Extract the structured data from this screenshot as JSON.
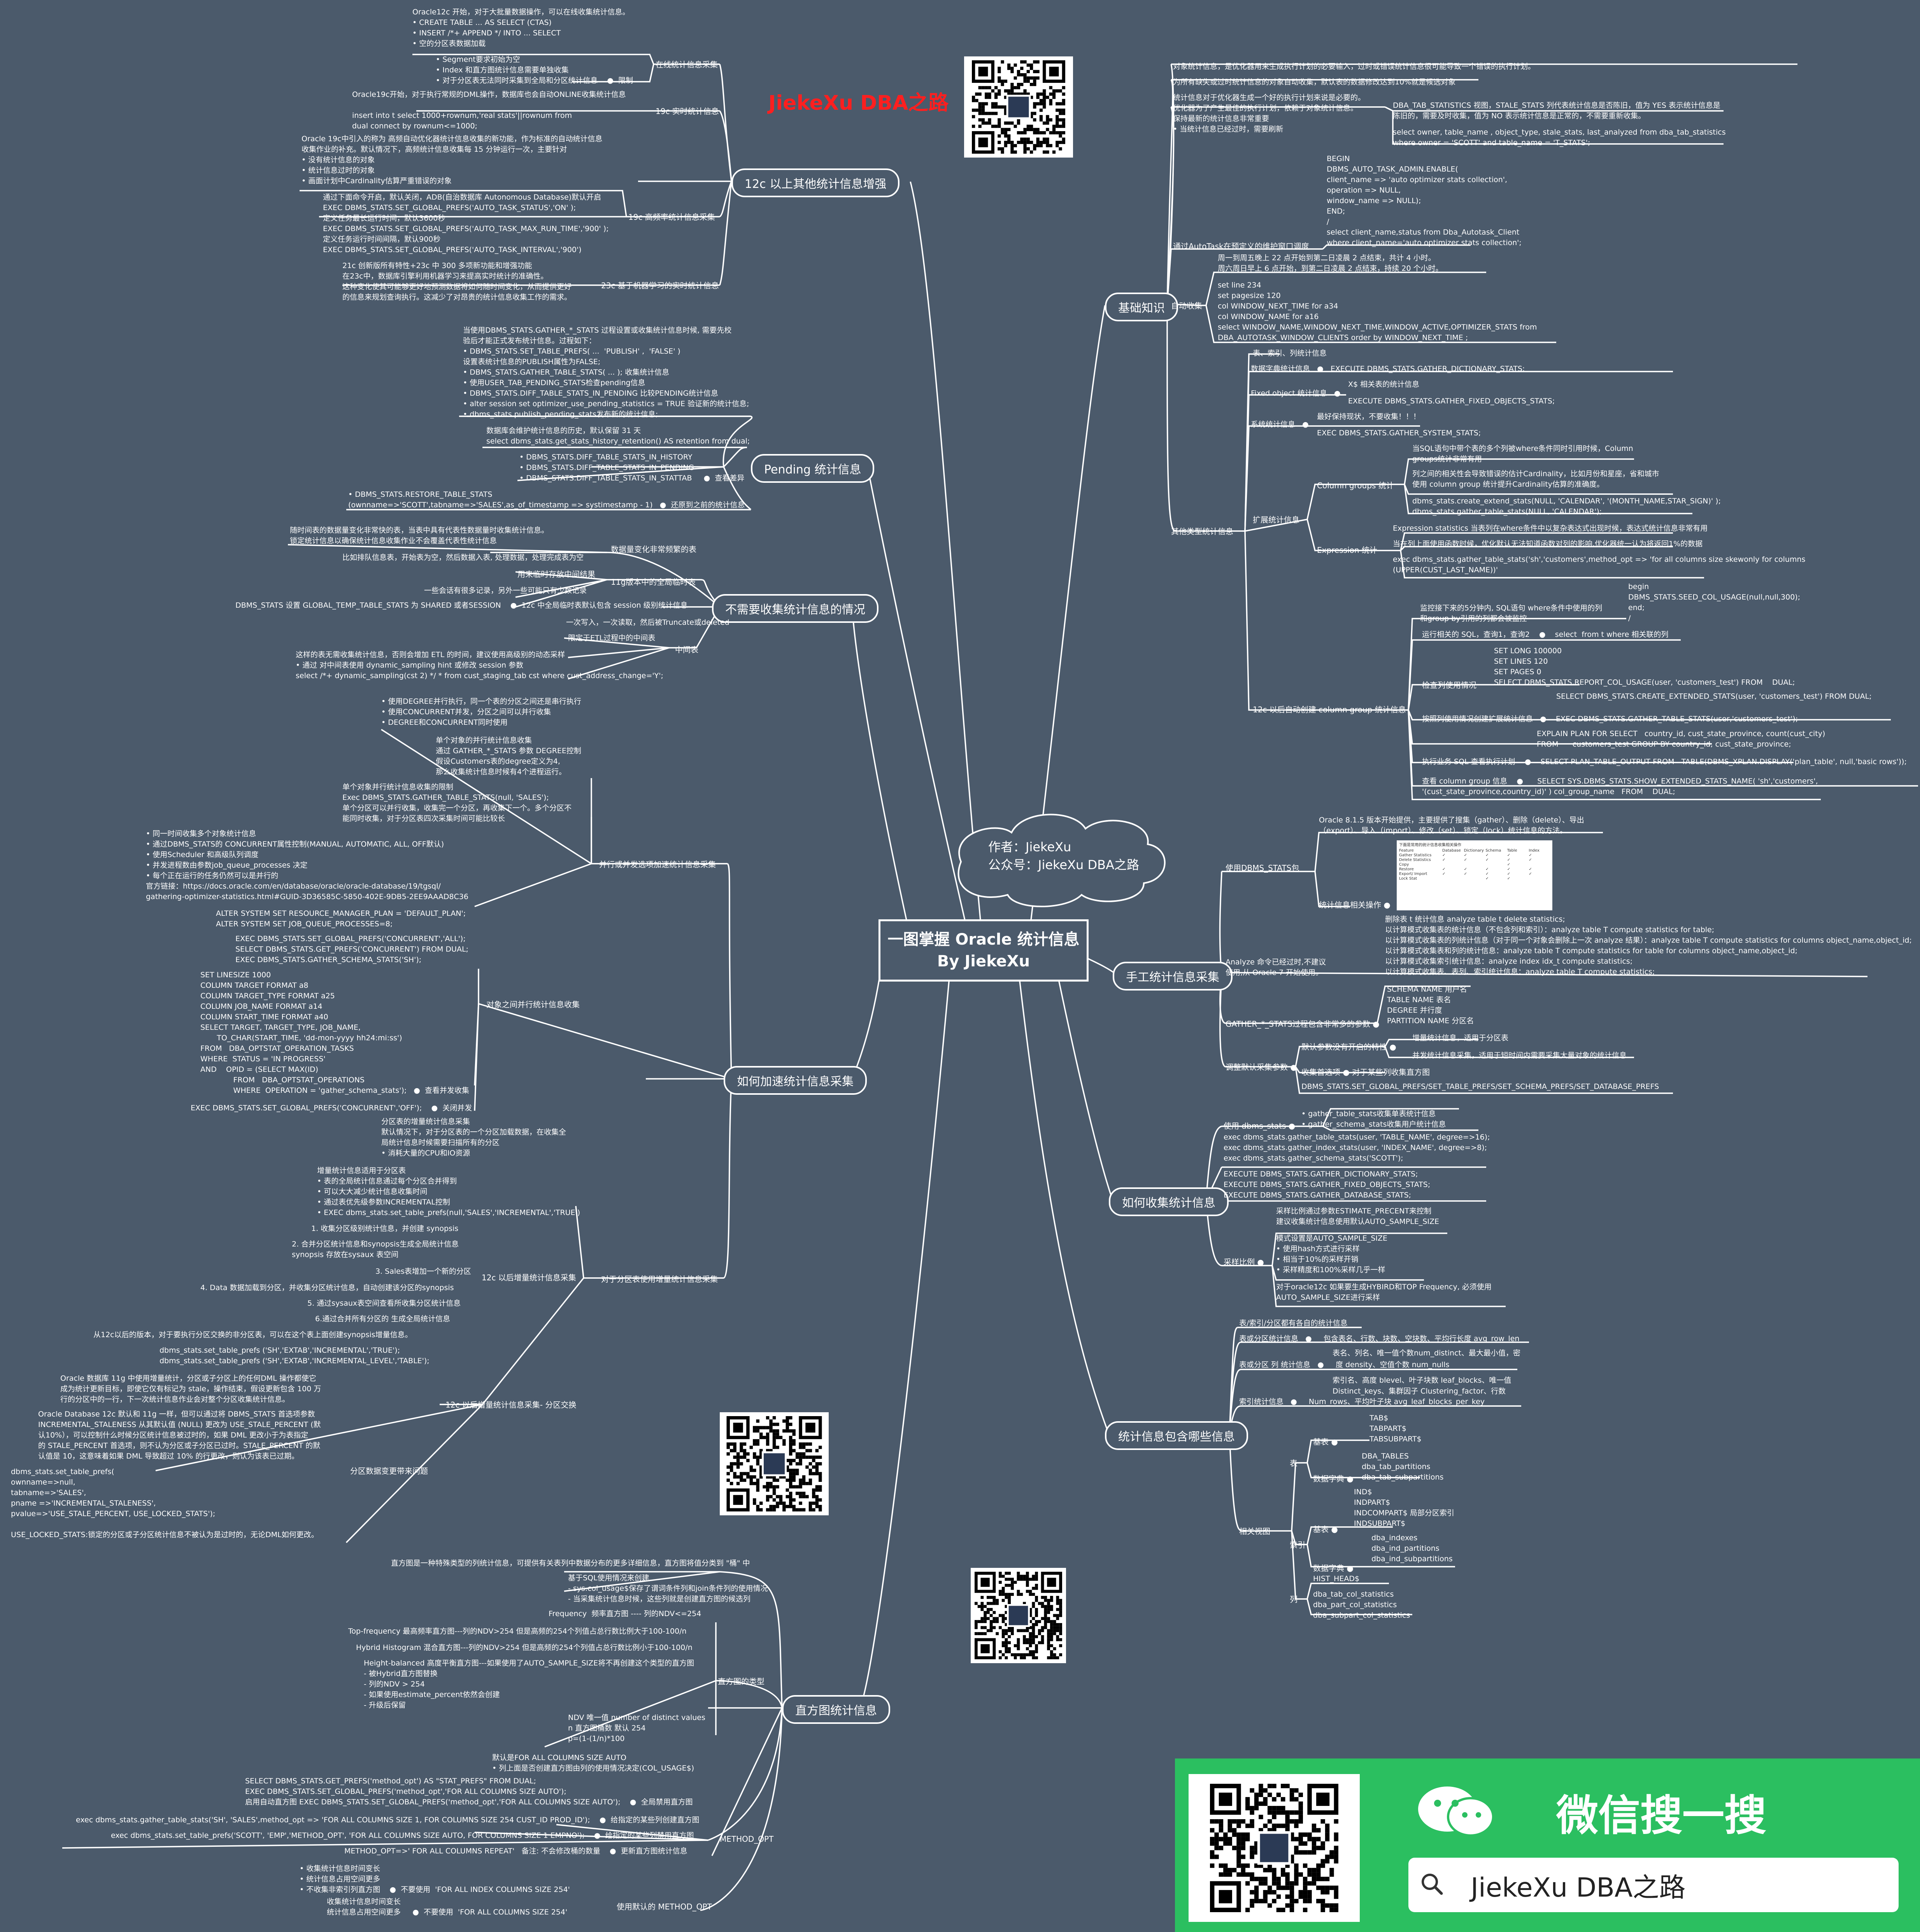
{
  "center": {
    "title": "一图掌握 Oracle 统计信息",
    "subtitle": "By JiekeXu"
  },
  "author": {
    "line1": "作者：JiekeXu",
    "line2": "公众号：JiekeXu DBA之路"
  },
  "brand": {
    "top_label": "JiekeXu DBA之路",
    "wechat_slogan": "微信搜一搜",
    "search_text": "JiekeXu DBA之路"
  },
  "topics": {
    "t12c": "12c 以上其他统计信息增强",
    "pending": "Pending 统计信息",
    "nocollect": "不需要收集统计信息的情况",
    "speed": "如何加速统计信息采集",
    "hist": "直方图统计信息",
    "basic": "基础知识",
    "manual": "手工统计信息采集",
    "howcollect": "如何收集统计信息",
    "contains": "统计信息包含哪些信息"
  },
  "left": {
    "online_text": "Oracle12c 开始，对于大批量数据操作，可以在线收集统计信息。\n• CREATE TABLE ... AS SELECT (CTAS)\n• INSERT /*+ APPEND */ INTO ... SELECT\n• 空的分区表数据加载",
    "online_text2": "• Segment要求初始为空\n• Index 和直方图统计信息需要单独收集\n• 对于分区表无法同时采集到全局和分区统计信息    ●  限制",
    "online_label": "在线统计信息采集",
    "realtime_text": "Oracle19c开始，对于执行常规的DML操作，数据库也会自动ONLINE收集统计信息\n\ninsert into t select 1000+rownum,'real stats'||rownum from\ndual connect by rownum<=1000;",
    "realtime_label": "19c 实时统计信息",
    "hf_text": "Oracle 19c中引入的称为 高频自动优化器统计信息收集的新功能，作为标准的自动统计信息\n收集作业的补充。默认情况下，高频统计信息收集每 15 分钟运行一次，主要针对\n• 没有统计信息的对象\n• 统计信息过时的对象\n• 画面计划中Cardinality估算严重错误的对象",
    "hf_text2": "通过下面命令开启，默认关闭，ADB(自治数据库 Autonomous Database)默认开启\nEXEC DBMS_STATS.SET_GLOBAL_PREFS('AUTO_TASK_STATUS','ON' );\n定义任务最长运行时间，默认3600秒\nEXEC DBMS_STATS.SET_GLOBAL_PREFS('AUTO_TASK_MAX_RUN_TIME','900' );\n定义任务运行时间间隔，默认900秒\nEXEC DBMS_STATS.SET_GLOBAL_PREFS('AUTO_TASK_INTERVAL','900')",
    "hf_label": "19c 高频率统计信息采集",
    "ml_text": "21c 创新版所有特性+23c 中 300 多项新功能和增强功能\n在23c中，数据库引擎利用机器学习来提高实时统计的准确性。\n这种变化使其可能够更好地预测数据将如何随时间变化，从而提供更好\n的信息来规划查询执行。这减少了对昂贵的统计信息收集工作的需求。",
    "ml_label": "23c 基于机器学习的实时统计信息",
    "pending_text": "当使用DBMS_STATS.GATHER_*_STATS 过程设置或收集统计信息时候, 需要先校\n验后才能正式发布统计信息。过程如下：\n• DBMS_STATS.SET_TABLE_PREFS( ...  'PUBLISH' ,  'FALSE' )\n设置表统计信息的PUBLISH属性为FALSE;\n• DBMS_STATS.GATHER_TABLE_STATS( ... ); 收集统计信息\n• 使用USER_TAB_PENDING_STATS检查pending信息\n• DBMS_STATS.DIFF_TABLE_STATS_IN_PENDING 比较PENDING统计信息\n• alter session set optimizer_use_pending_statistics = TRUE 验证新的统计信息;\n• dbms_stats.publish_pending_stats发布新的统计信息;",
    "pending_hist": "数据库会维护统计信息的历史，默认保留 31 天\nselect dbms_stats.get_stats_history_retention() AS retention from dual;",
    "pending_cmp": "• DBMS_STATS.DIFF_TABLE_STATS_IN_HISTORY\n• DBMS_STATS.DIFF_TABLE_STATS_IN_PENDING\n• DBMS_STATS.DIFF_TABLE_STATS_IN_STATTAB     ●  查看差异",
    "pending_restore": "• DBMS_STATS.RESTORE_TABLE_STATS\n(ownname=>'SCOTT',tabname=>'SALES',as_of_timestamp => systimestamp - 1)   ●  还原到之前的统计信息",
    "nc_text1": "随时间表的数据量变化非常快的表，当表中具有代表性数据量时收集统计信息。\n锁定统计信息以确保统计信息收集作业不会覆盖代表性统计信息",
    "nc_label1": "数据量变化非常频繁的表",
    "nc_text2": "比如排队信息表，开始表为空，然后数据入表, 处理数据，处理完成表为空",
    "nc_label2": "用来临时存放中间结果",
    "nc_label3": "11g版本中的全局临时表",
    "nc_text3": "一些会话有很多记录，另外一些可能只有少数记录",
    "nc_text4": "DBMS_STATS 设置 GLOBAL_TEMP_TABLE_STATS 为 SHARED 或者SESSION    ●  12c 中全局临时表默认包含 session 级别统计信息",
    "nc_text5": "一次写入，一次读取，然后被Truncate或deleted",
    "nc_text6": "限定于ETL过程中的中间表",
    "nc_label4": "中间表",
    "nc_text7": "这样的表无需收集统计信息，否则会增加 ETL 的时间，建议使用高级别的动态采样\n• 通过 对中间表使用 dynamic_sampling hint 或修改 session 参数\nselect /*+ dynamic_sampling(cst 2) */ * from cust_staging_tab cst where cust_address_change='Y';",
    "sp_text1": "• 使用DEGREE并行执行，同一个表的分区之间还是串行执行\n• 使用CONCURRENT并发，分区之间可以并行收集\n• DEGREE和CONCURRENT同时使用",
    "sp_text2": "单个对象的并行统计信息收集\n通过 GATHER_*_STATS 参数 DEGREE控制\n假设Customers表的degree定义为4,\n那么收集统计信息时候有4个进程运行。",
    "sp_text3": "单个对象并行统计信息收集的限制\nExec DBMS_STATS.GATHER_TABLE_STATS(null, 'SALES');\n单个分区可以并行收集，收集完一个分区，再收集下一个。多个分区不\n能同时收集，对于分区表四次采集时间可能比较长",
    "sp_text4": "• 同一时间收集多个对象统计信息\n• 通过DBMS_STATS的 CONCURRENT属性控制(MANUAL, AUTOMATIC, ALL, OFF默认)\n• 使用Scheduler 和高级队列调度\n• 并发进程数由参数job_queue_processes 决定\n• 每个正在运行的任务仍然可以是并行的\n官方链接：https://docs.oracle.com/en/database/oracle/oracle-database/19/tgsql/\ngathering-optimizer-statistics.html#GUID-3D36585C-5850-402E-9DB5-2EE9AAAD8C36",
    "sp_label1": "并行或并发选项加速统计信息采集",
    "sp_text5": "ALTER SYSTEM SET RESOURCE_MANAGER_PLAN = 'DEFAULT_PLAN';\nALTER SYSTEM SET JOB_QUEUE_PROCESSES=8;",
    "sp_text6": "EXEC DBMS_STATS.SET_GLOBAL_PREFS('CONCURRENT','ALL');\nSELECT DBMS_STATS.GET_PREFS('CONCURRENT') FROM DUAL;\nEXEC DBMS_STATS.GATHER_SCHEMA_STATS('SH');",
    "sp_text7": "SET LINESIZE 1000\nCOLUMN TARGET FORMAT a8\nCOLUMN TARGET_TYPE FORMAT a25\nCOLUMN JOB_NAME FORMAT a14\nCOLUMN START_TIME FORMAT a40\nSELECT TARGET, TARGET_TYPE, JOB_NAME,\n       TO_CHAR(START_TIME, 'dd-mon-yyyy hh24:mi:ss')\nFROM   DBA_OPTSTAT_OPERATION_TASKS\nWHERE  STATUS = 'IN PROGRESS'\nAND    OPID = (SELECT MAX(ID)\n              FROM   DBA_OPTSTAT_OPERATIONS\n              WHERE  OPERATION = 'gather_schema_stats');   ●  查看并发收集",
    "sp_label2": "对象之间并行统计信息收集",
    "sp_text8": "EXEC DBMS_STATS.SET_GLOBAL_PREFS('CONCURRENT','OFF');    ●  关闭并发",
    "sp_text9": "分区表的增量统计信息采集\n默认情况下，对于分区表的一个分区加载数据，在收集全\n局统计信息时候需要扫描所有的分区\n• 消耗大量的CPU和IO资源",
    "sp_text10": "增量统计信息适用于分区表\n• 表的全局统计信息通过每个分区合并得到\n• 可以大大减少统计信息收集时间\n• 通过表优先级参数INCREMENTAL控制\n• EXEC dbms_stats.set_table_prefs(null,'SALES','INCREMENTAL','TRUE')",
    "sp_steps": [
      "1. 收集分区级别统计信息，并创建 synopsis",
      "2. 合并分区统计信息和synopsis生成全局统计信息\nsynopsis 存放在sysaux 表空间",
      "3. Sales表增加一个新的分区",
      "4. Data 数据加载到分区，并收集分区统计信息，自动创建该分区的synopsis",
      "5. 通过sysaux表空间查看所收集分区统计信息",
      "6.通过合并所有分区的 生成全局统计信息"
    ],
    "sp_label3": "12c 以后增量统计信息采集",
    "sp_label4": "对于分区表使用增量统计信息采集",
    "sp_text11": "从12c以后的版本，对于要执行分区交换的非分区表，可以在这个表上面创建synopsis增量信息。",
    "sp_text12": "dbms_stats.set_table_prefs ('SH','EXTAB','INCREMENTAL','TRUE');\ndbms_stats.set_table_prefs ('SH','EXTAB','INCREMENTAL_LEVEL','TABLE');",
    "sp_text13": "Oracle 数据库 11g 中使用增量统计，分区或子分区上的任何DML 操作都使它\n成为统计更新目标，即使它仅有标记为 stale，操作结束，假设更新包含 100 万\n行的分区中的一行，下一次统计信息作业会对整个分区收集统计信息。",
    "sp_label5": "12c 以后增量统计信息采集- 分区交换",
    "sp_text14": "Oracle Database 12c 默认和 11g 一样，但可以通过将 DBMS_STATS 首选项参数\nINCREMENTAL_STALENESS 从其默认值 (NULL) 更改为 USE_STALE_PERCENT (默\n认10%），可以控制什么时候分区统计信息被过时的，如果 DML 更改小于为表指定\n的 STALE_PERCENT 首选项，则不认为分区或子分区已过时。STALE_PERCENT 的默\n认值是 10，这意味着如果 DML 导致超过 10% 的行更改，则认为该表已过期。",
    "sp_label6": "分区数据变更带来问题",
    "sp_text15": "dbms_stats.set_table_prefs(\nownname=>null,\ntabname=>'SALES',\npname =>'INCREMENTAL_STALENESS',\npvalue=>'USE_STALE_PERCENT, USE_LOCKED_STATS');\n\nUSE_LOCKED_STATS:锁定的分区或子分区统计信息不被认为是过时的，无论DML如何更改。",
    "hi_text1": "直方图是一种特殊类型的列统计信息，可提供有关表列中数据分布的更多详细信息，直方图将值分类到 \"桶\" 中",
    "hi_text2": "基于SQL使用情况来创建\n- sys.col_usage$保存了谓词条件列和join条件列的使用情况\n- 当采集统计信息时候，这些列就是创建直方图的候选列",
    "hi_types": [
      "Frequency  频率直方图 ---- 列的NDV<=254",
      "Top-frequency 最高频率直方图---列的NDV>254 但是高频的254个列值占总行数比例大于100-100/n",
      "Hybrid Histogram 混合直方图---列的NDV>254 但是高频的254个列值占总行数比例小于100-100/n",
      "Height-balanced 高度平衡直方图---如果使用了AUTO_SAMPLE_SIZE将不再创建这个类型的直方图\n- 被Hybrid直方图替换\n- 列的NDV > 254\n- 如果使用estimate_percent依然会创建\n- 升级后保留"
    ],
    "hi_label1": "直方图的类型",
    "hi_text3": "NDV 唯一值 number of distinct values\nn 直方图桶数 默认 254\np=(1-(1/n)*100",
    "hi_text4": "默认是FOR ALL COLUMNS SIZE AUTO\n• 列上面是否创建直方图由列的使用情况决定(COL_USAGE$)",
    "hi_text5": "SELECT DBMS_STATS.GET_PREFS('method_opt') AS \"STAT_PREFS\" FROM DUAL;\nEXEC DBMS_STATS.SET_GLOBAL_PREFS('method_opt','FOR ALL COLUMNS SIZE AUTO');\n启用自动直方图 EXEC DBMS_STATS.SET_GLOBAL_PREFS('method_opt','FOR ALL COLUMNS SIZE AUTO');    ●  全局禁用直方图",
    "hi_text6": "exec dbms_stats.gather_table_stats('SH', 'SALES',method_opt => 'FOR ALL COLUMNS SIZE 1, FOR COLUMNS SIZE 254 CUST_ID PROD_ID');    ●  给指定的某些列创建直方图",
    "hi_text7": "exec dbms_stats.set_table_prefs('SCOTT', 'EMP','METHOD_OPT', 'FOR ALL COLUMNS SIZE AUTO, FOR COLUMNS SIZE 1 EMPNO');    ●  给指定的某些列禁用直方图",
    "hi_label2": "METHOD_OPT",
    "hi_text8": "METHOD_OPT=>' FOR ALL COLUMNS REPEAT'   备注: 不会修改桶的数量    ●  更新直方图统计信息",
    "hi_text9": "• 收集统计信息时间变长\n• 统计信息占用空间更多\n• 不收集非索引列直方图    ●  不要使用  'FOR ALL INDEX COLUMNS SIZE 254'",
    "hi_text10": "收集统计信息时间变长\n统计信息占用空间更多     ●  不要使用  'FOR ALL COLUMNS SIZE 254'",
    "hi_label3": "使用默认的 METHOD_OPT"
  },
  "right": {
    "basic_text1": "对象统计信息，是优化器用来生成执行计划的必要输入，过时或错误统计信息很可能导致一个错误的执行计划。",
    "basic_text2": "为所有缺失或过时统计信息的对象自动收集，默认表的数据修改达到10%就是候选对象",
    "basic_text3": "统计信息对于优化器生成一个好的执行计划来说是必要的。\n优化器为了产生最佳的执行计划，依赖于对象统计信息。\n保持最新的统计信息非常重要\n• 当统计信息已经过时，需要刷新",
    "basic_text4": "DBA_TAB_STATISTICS 视图，STALE_STATS 列代表统计信息是否陈旧，值为 YES 表示统计信息是\n陈旧的，需要及时收集，值为 NO 表示统计信息是正常的，不需要重新收集。",
    "basic_text5": "select owner, table_name , object_type, stale_stats, last_analyzed from dba_tab_statistics\nwhere owner = 'SCOTT' and table_name = 'T_STATS';",
    "basic_text6": "BEGIN\nDBMS_AUTO_TASK_ADMIN.ENABLE(\nclient_name => 'auto optimizer stats collection',\noperation => NULL,\nwindow_name => NULL);\nEND;\n/\nselect client_name,status from Dba_Autotask_Client\nwhere client_name='auto optimizer stats collection';",
    "basic_label1": "通过AutoTask在预定义的维护窗口调度",
    "basic_text7": "周一到周五晚上 22 点开始到第二日凌晨 2 点结束，共计 4 小时。\n周六周日早上 6 点开始，到第二日凌晨 2 点结束，持续 20 个小时。",
    "basic_text8": "set line 234\nset pagesize 120\ncol WINDOW_NEXT_TIME for a34\ncol WINDOW_NAME for a16\nselect WINDOW_NAME,WINDOW_NEXT_TIME,WINDOW_ACTIVE,OPTIMIZER_STATS from\nDBA_AUTOTASK_WINDOW_CLIENTS order by WINDOW_NEXT_TIME ;",
    "basic_label2": "自动收集",
    "basic_text9": "表、索引、列统计信息",
    "basic_rows": [
      "数据字典统计信息   ●   EXECUTE DBMS_STATS.GATHER_DICTIONARY_STATS;",
      "X$ 相关表的统计信息",
      "Fixed object 统计信息   ●",
      "EXECUTE DBMS_STATS.GATHER_FIXED_OBJECTS_STATS;",
      "最好保持现状，不要收集！！！",
      "系统统计信息   ●",
      "EXEC DBMS_STATS.GATHER_SYSTEM_STATS;"
    ],
    "basic_text10": "当SQL语句中带个表的多个列被where条件同时引用时候，Column\ngroups统计非常有用",
    "basic_text11": "列之间的相关性会导致错误的估计Cardinality，比如月份和星座，省和城市\n使用 column group 统计提升Cardinality估算的准确度。",
    "basic_text12": "dbms_stats.create_extend_stats(NULL, 'CALENDAR', '(MONTH_NAME,STAR_SIGN)' );\ndbms_stats.gather_table_stats(NULL, 'CALENDAR');",
    "basic_label3": "Column groups 统计",
    "basic_text13": "Expression statistics 当表列在where条件中以复杂表达式出现时候，表达式统计信息非常有用",
    "basic_text14": "当在列上面使用函数时候，优化默认无法知道函数对列的影响,优化器统一认为将返回1%的数据",
    "basic_text15": "exec dbms_stats.gather_table_stats('sh','customers',method_opt => 'for all columns size skewonly for columns\n(UPPER(CUST_LAST_NAME))'",
    "basic_label4": "Expression 统计",
    "basic_label5": "扩展统计信息",
    "basic_label6": "其他类型统计信息",
    "basic_text16": "监控接下来的5分钟内, SQL语句 where条件中使用的列\n和group by引用的列都会被监控",
    "basic_text17": "begin\nDBMS_STATS.SEED_COL_USAGE(null,null,300);\nend;\n/",
    "basic_text18": "运行相关的 SQL，查询1，查询2    ●    select  from t where 相关联的列",
    "basic_text19": "SET LONG 100000\nSET LINES 120\nSET PAGES 0\nSELECT DBMS_STATS.REPORT_COL_USAGE(user, 'customers_test') FROM    DUAL;",
    "basic_label7": "检查列使用情况",
    "basic_text20": "SELECT DBMS_STATS.CREATE_EXTENDED_STATS(user, 'customers_test') FROM DUAL;",
    "basic_text21": "按照列使用情况创建扩展统计信息   ●    EXEC DBMS_STATS.GATHER_TABLE_STATS(user,'customers_test');",
    "basic_text22": "EXPLAIN PLAN FOR SELECT   country_id, cust_state_province, count(cust_city)\nFROM      customers_test GROUP BY country_id, cust_state_province;",
    "basic_text23": "执行业务 SQL 查看执行计划    ●    SELECT PLAN_TABLE_OUTPUT FROM   TABLE(DBMS_XPLAN.DISPLAY('plan_table', null,'basic rows'));",
    "basic_text24": "查看 column group 信息    ●      SELECT SYS.DBMS_STATS.SHOW_EXTENDED_STATS_NAME( 'sh','customers',\n'(cust_state_province,country_id)' ) col_group_name   FROM    DUAL;",
    "basic_label8": "12c 以后自动创建 column group 统计信息",
    "man_text1": "Oracle 8.1.5 版本开始提供，主要提供了搜集（gather）、删除（delete）、导出\n（export）、导入（import）、修改（set）、锁定（lock）统计信息的方法。",
    "man_table_title": "下面是常用的统计信息收集相关操作",
    "man_table_headers": [
      "Feature",
      "Database",
      "Dictionary",
      "Schema",
      "Table",
      "Index"
    ],
    "man_table_rows": [
      "Gather Statistics",
      "Delete Statistics",
      "Copy",
      "Restore",
      "Export/ Import",
      "Lock Stat"
    ],
    "man_label1": "使用DBMS_STATS包",
    "man_label2": "统计信息相关操作   ●",
    "man_text2": "删除表 t 统计信息 analyze table t delete statistics;\n以计算模式收集表的统计信息（不包含列和索引）：analyze table T compute statistics for table;\n以计算模式收集表的列统计信息（对于同一个对象会删除上一次 analyze 结果）：analyze table T compute statistics for columns object_name,object_id;\n以计算模式收集表和列的统计信息：analyze table T compute statistics for table for columns object_name,object_id;\n以计算模式收集索引统计信息：analyze index idx_t compute statistics;\n以计算模式收集表、表列、索引统计信息：analyze table T compute statistics;",
    "man_label3": "Analyze 命令已经过时,不建议\n使用,从 Oracle 7 开始使用。",
    "man_text3": "SCHEMA NAME 用户名\nTABLE NAME 表名\nDEGREE 并行度\nPARTITION NAME 分区名",
    "man_label4": "GATHER_*_STATS过程包含非常多的参数   ●",
    "man_text4": "增量统计信息，适用于分区表",
    "man_text5": "并发统计信息采集，适用于短时间内需要采集大量对象的统计信息",
    "man_label5": "默认参数没有开启的特性   ●",
    "man_label6": "收集首选项   ●   对于某些列收集直方图",
    "man_text6": "DBMS_STATS.SET_GLOBAL_PREFS/SET_TABLE_PREFS/SET_SCHEMA_PREFS/SET_DATABASE_PREFS",
    "man_label7": "调整默认采集参数   ●",
    "hc_text1": "• gather_table_stats收集单表统计信息\n• gather_schema_stats收集用户统计信息",
    "hc_label1": "使用 dbms_stats   ●",
    "hc_text2": "exec dbms_stats.gather_table_stats(user, 'TABLE_NAME', degree=>16);\nexec dbms_stats.gather_index_stats(user, 'INDEX_NAME', degree=>8);\nexec dbms_stats.gather_schema_stats('SCOTT');",
    "hc_text3": "EXECUTE DBMS_STATS.GATHER_DICTIONARY_STATS;\nEXECUTE DBMS_STATS.GATHER_FIXED_OBJECTS_STATS;\nEXECUTE DBMS_STATS.GATHER_DATABASE_STATS;",
    "hc_text4": "采样比例通过参数ESTIMATE_PRECENT来控制\n建议收集统计信息使用默认AUTO_SAMPLE_SIZE",
    "hc_text5": "模式设置是AUTO_SAMPLE_SIZE\n• 使用hash方式进行采样\n• 相当于10%的采样开销\n• 采样精度和100%采样几乎一样",
    "hc_text6": "对于oracle12c 如果要生成HYBIRD和TOP Frequency, 必须使用\nAUTO_SAMPLE_SIZE进行采样",
    "hc_label2": "采样比例   ●",
    "ct_text1": "表/索引/分区都有各自的统计信息",
    "ct_rows": [
      "表或分区统计信息   ●     包含表名、行数、块数、空块数、平均行长度 avg_row_len",
      "表名、列名、唯一值个数num_distinct、最大最小值，密",
      "表或分区 列 统计信息   ●     度 density、空值个数 num_nulls",
      "索引名、高度 blevel、叶子块数 leaf_blocks、唯一值",
      "Distinct_keys、集群因子 Clustering_factor、行数",
      "索引统计信息   ●     Num_rows、平均叶子块 avg_leaf_blocks_per_key"
    ],
    "ct_tab_base": "TAB$\nTABPART$\nTABSUBPART$",
    "ct_tab_dict": "DBA_TABLES\ndba_tab_partitions\ndba_tab_subpartitions",
    "ct_ind_base": "IND$\nINDPART$\nINDCOMPART$ 局部分区索引\nINDSUBPART$",
    "ct_ind_dict": "dba_indexes\ndba_ind_partitions\ndba_ind_subpartitions",
    "ct_col_base": "HIST_HEAD$",
    "ct_col_dict": "dba_tab_col_statistics\ndba_part_col_statistics\ndba_subpart_col_statistics",
    "ct_lbl_base": "基表   ●",
    "ct_lbl_dict": "数据字典   ●",
    "ct_lbl_tab": "表",
    "ct_lbl_ind": "索引",
    "ct_lbl_col": "列",
    "ct_lbl_rel": "相关视图"
  },
  "colors": {
    "background": "#4b5a6b",
    "line": "#ffffff",
    "brand_red": "#ff1f1f",
    "wechat_green": "#2bbf60"
  },
  "icons": {
    "qr": "qr-code-icon",
    "search": "search-icon",
    "wechat": "wechat-search-icon"
  }
}
